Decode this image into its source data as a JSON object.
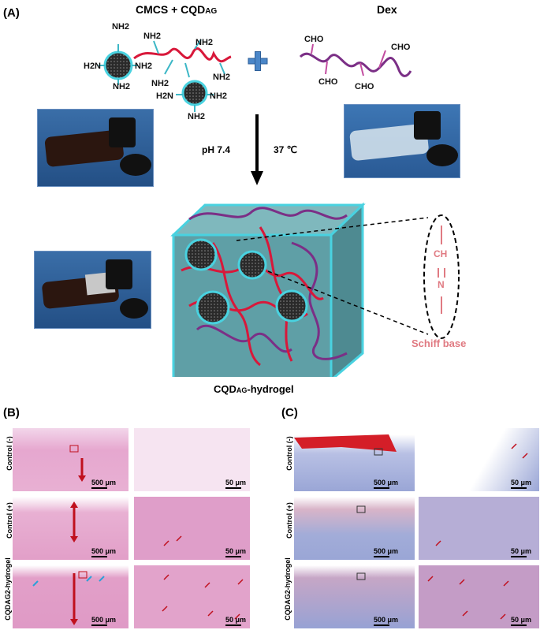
{
  "panel_a": {
    "label": "(A)",
    "reactant1": "CMCS + CQDAG",
    "reactant1_main": "CMCS + CQD",
    "reactant1_sub": "AG",
    "reactant2": "Dex",
    "nh2": "NH2",
    "h2n": "H2N",
    "cho": "CHO",
    "plus_icon": "plus-icon",
    "condition_ph": "pH 7.4",
    "condition_temp": "37 ℃",
    "product_main": "CQD",
    "product_sub": "AG",
    "product_suffix": "-hydrogel",
    "bond_ch": "CH",
    "bond_n": "N",
    "schiff": "Schiff base",
    "colors": {
      "polymer_red": "#d8183a",
      "dextran_purple": "#7b2f86",
      "cube": "#5f9fa6",
      "halo": "#49d2e0",
      "schiff": "#e07a82",
      "plus": "#4a86c8"
    }
  },
  "panel_b": {
    "label": "(B)",
    "rows": [
      "Control (-)",
      "Control (+)",
      "CQDAG2-hydrogel"
    ],
    "scale_low": "500 μm",
    "scale_high": "50 μm",
    "stain_color": "#e6a7cf"
  },
  "panel_c": {
    "label": "(C)",
    "rows": [
      "Control (-)",
      "Control (+)",
      "CQDAG2-hydrogel"
    ],
    "scale_low": "500 μm",
    "scale_high": "50 μm",
    "stain_color": "#9aa6d6"
  }
}
